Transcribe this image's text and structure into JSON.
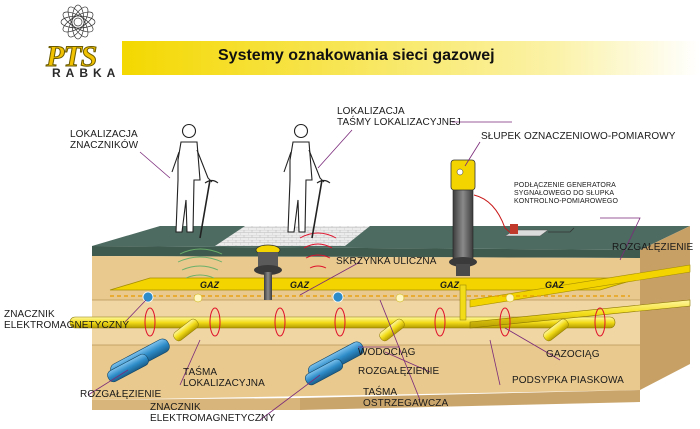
{
  "header": {
    "title": "Systemy oznakowania sieci gazowej",
    "logo_mark": "PTS",
    "logo_city": "RABKA"
  },
  "labels": {
    "lok_znacznikow": [
      "LOKALIZACJA",
      "ZNACZNIKÓW"
    ],
    "lok_tasmy": [
      "LOKALIZACJA",
      "TAŚMY LOKALIZACYJNEJ"
    ],
    "slupek": "SŁUPEK OZNACZENIOWO-POMIAROWY",
    "generator": [
      "PODŁĄCZENIE GENERATORA",
      "SYGNAŁOWEGO DO SŁUPKA",
      "KONTROLNO-POMIAROWEGO"
    ],
    "skrzynka": "SKRZYNKA ULICZNA",
    "rozgal_right": "ROZGAŁĘZIENIE",
    "znacznik_left": [
      "ZNACZNIK",
      "ELEKTROMAGNETYCZNY"
    ],
    "wodociag": "WODOCIĄG",
    "gazociag": "GAZOCIĄG",
    "rozgal_center": "ROZGAŁĘZIENIE",
    "tasma_lok": [
      "TAŚMA",
      "LOKALIZACYJNA"
    ],
    "podsypka": "PODSYPKA PIASKOWA",
    "rozgal_left": "ROZGAŁĘZIENIE",
    "tasma_ostrz": [
      "TAŚMA",
      "OSTRZEGAWCZA"
    ],
    "znacznik_bottom": [
      "ZNACZNIK",
      "ELEKTROMAGNETYCZNY"
    ],
    "tape_text": "GAZ"
  },
  "colors": {
    "soil": "#e9c98e",
    "soil_dark": "#c7a066",
    "grass": "#4d6b60",
    "pipe_gas": "#f5e21a",
    "tape": "#f3d400",
    "water_pipe": "#2e8cc8",
    "leader": "#7a2a7a",
    "marker_ring": "#e0102a"
  }
}
